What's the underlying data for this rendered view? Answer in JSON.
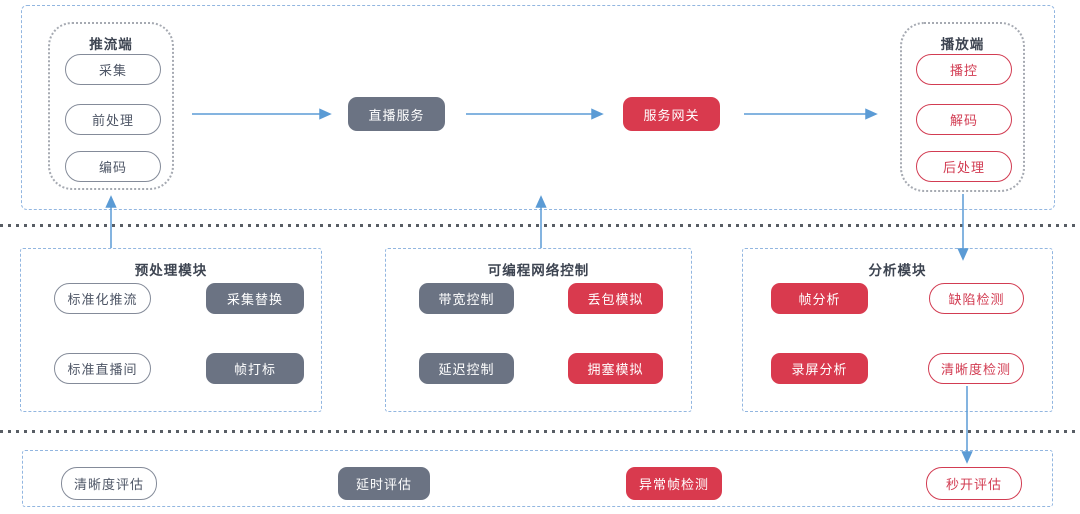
{
  "colors": {
    "accent_blue": "#5b9bd5",
    "fill_gray": "#6b7383",
    "fill_red": "#d93a4e",
    "outline_gray": "#848b99",
    "outline_red": "#d23c52",
    "dashed_border": "#92b6e0",
    "divider_dots": "#585d64"
  },
  "pipeline": {
    "pusher": {
      "title": "推流端",
      "items": [
        "采集",
        "前处理",
        "编码"
      ]
    },
    "live_service": "直播服务",
    "gateway": "服务网关",
    "player": {
      "title": "播放端",
      "items": [
        "播控",
        "解码",
        "后处理"
      ]
    }
  },
  "modules": {
    "preprocessing": {
      "title": "预处理模块",
      "items": [
        "标准化推流",
        "采集替换",
        "标准直播间",
        "帧打标"
      ]
    },
    "network": {
      "title": "可编程网络控制",
      "items": [
        "带宽控制",
        "丢包模拟",
        "延迟控制",
        "拥塞模拟"
      ]
    },
    "analysis": {
      "title": "分析模块",
      "items": [
        "帧分析",
        "缺陷检测",
        "录屏分析",
        "清晰度检测"
      ]
    }
  },
  "evaluation": {
    "items": [
      "清晰度评估",
      "延时评估",
      "异常帧检测",
      "秒开评估"
    ]
  }
}
